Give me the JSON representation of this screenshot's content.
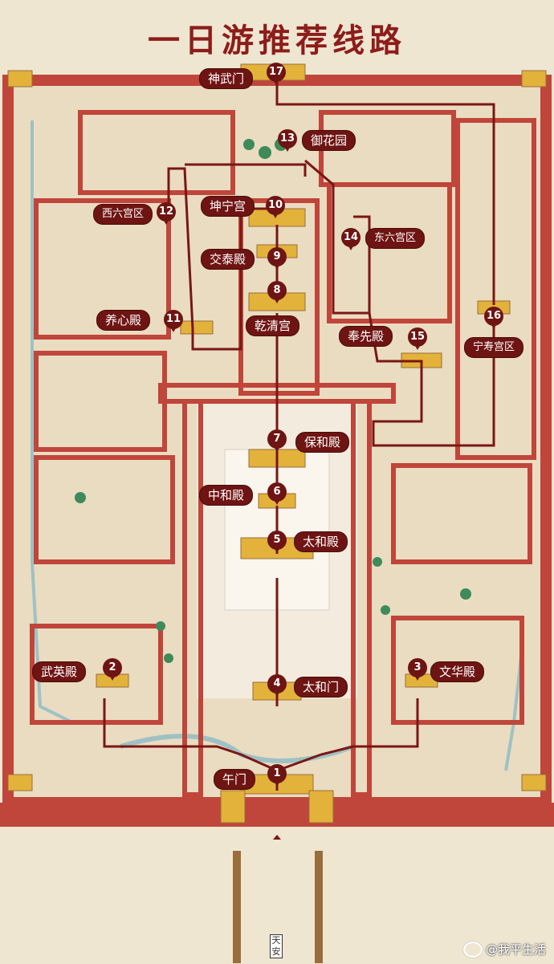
{
  "title": "一日游推荐线路",
  "stops": [
    {
      "num": "1",
      "name": "午门"
    },
    {
      "num": "2",
      "name": "武英殿"
    },
    {
      "num": "3",
      "name": "文华殿"
    },
    {
      "num": "4",
      "name": "太和门"
    },
    {
      "num": "5",
      "name": "太和殿"
    },
    {
      "num": "6",
      "name": "中和殿"
    },
    {
      "num": "7",
      "name": "保和殿"
    },
    {
      "num": "8",
      "name": "乾清宫"
    },
    {
      "num": "9",
      "name": "交泰殿"
    },
    {
      "num": "10",
      "name": "坤宁宫"
    },
    {
      "num": "11",
      "name": "养心殿"
    },
    {
      "num": "12",
      "name": "西六宫区"
    },
    {
      "num": "13",
      "name": "御花园"
    },
    {
      "num": "14",
      "name": "东六宫区"
    },
    {
      "num": "15",
      "name": "奉先殿"
    },
    {
      "num": "16",
      "name": "宁寿宫区"
    },
    {
      "num": "17",
      "name": "神武门"
    }
  ],
  "gate_sign": "天安",
  "watermark": "@我平生活",
  "colors": {
    "route": "#7a1614",
    "tag": "#6e1412",
    "wall": "#c0453a",
    "roof": "#e2b23a",
    "tree": "#3e8a5a",
    "ground": "#efe6d2"
  }
}
